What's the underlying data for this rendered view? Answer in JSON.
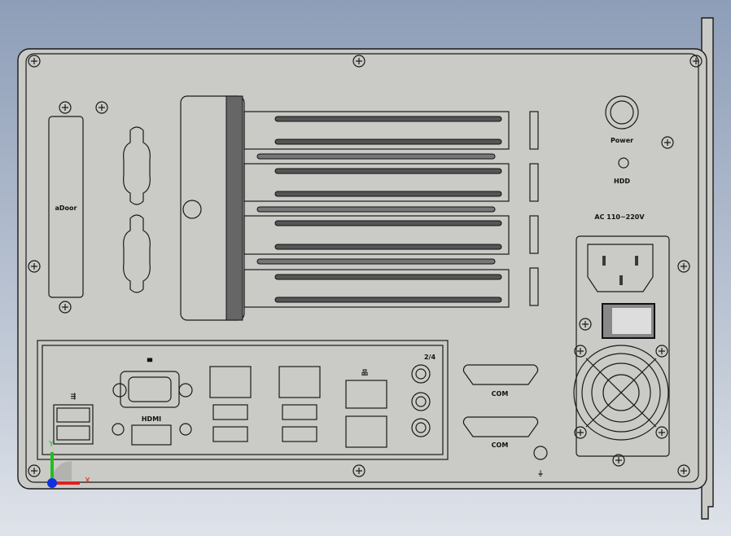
{
  "viewport": {
    "background": "#8e9eb8",
    "part_color": "#cacac6"
  },
  "labels": {
    "door": "aDoor",
    "power": "Power",
    "hdd": "HDD",
    "ac_input": "AC 110~220V",
    "hdmi": "HDMI",
    "com1": "COM",
    "com2": "COM",
    "audio_header": "2/4"
  },
  "triad": {
    "x_label": "X",
    "y_label": "Y",
    "x_color": "#e02020",
    "y_color": "#20c020",
    "origin_color": "#1030e0"
  }
}
